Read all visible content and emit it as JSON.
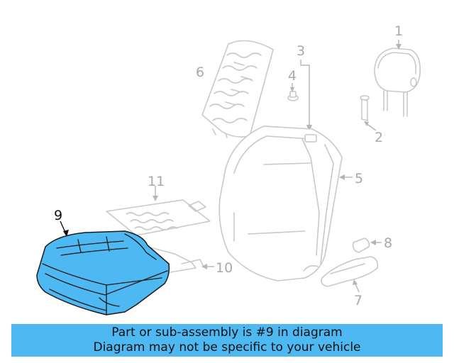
{
  "callouts": {
    "p1": "1",
    "p2": "2",
    "p3": "3",
    "p4": "4",
    "p5": "5",
    "p6": "6",
    "p7": "7",
    "p8": "8",
    "p9": "9",
    "p10": "10",
    "p11": "11"
  },
  "highlighted_part": "9",
  "highlight_color": "#4db8f2",
  "banner": {
    "line1": "Part or sub-assembly is #9 in diagram",
    "line2": "Diagram may not be specific to your vehicle",
    "background": "#4db8f2"
  }
}
